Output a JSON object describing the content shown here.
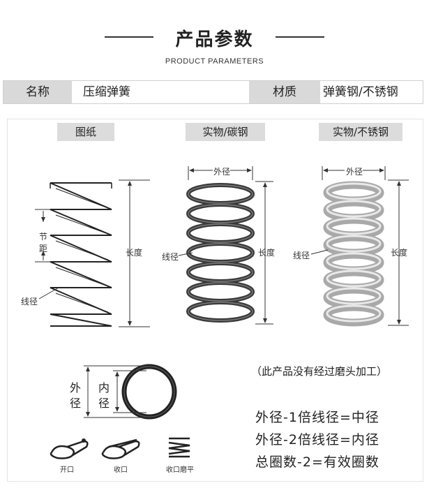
{
  "header": {
    "title": "产品参数",
    "subtitle": "PRODUCT PARAMETERS"
  },
  "specs": {
    "name_label": "名称",
    "name_value": "压缩弹簧",
    "material_label": "材质",
    "material_value": "弹簧钢/不锈钢"
  },
  "columns": {
    "drawing": "图纸",
    "carbon": "实物/碳钢",
    "stainless": "实物/不锈钢"
  },
  "drawing_labels": {
    "pitch_1": "节",
    "pitch_2": "距",
    "wire": "线径",
    "length": "长度"
  },
  "carbon_labels": {
    "outer": "外径",
    "wire": "线径",
    "length": "长度"
  },
  "stainless_labels": {
    "outer": "外径",
    "wire": "线径",
    "length": "长度"
  },
  "ring_labels": {
    "outer_1": "外",
    "outer_2": "径",
    "inner_1": "内",
    "inner_2": "径"
  },
  "end_types": {
    "open": "开口",
    "closed": "收口",
    "closed_ground": "收口磨平"
  },
  "note": "（此产品没有经过磨头加工）",
  "formulas": {
    "line1": "外径-1倍线径=中径",
    "line2": "外径-2倍线径=内径",
    "line3": "总圈数-2=有效圈数"
  },
  "colors": {
    "header_bg": "#d9d9d9",
    "carbon_spring": "#3a3a3a",
    "stainless_spring": "#b8b8b8"
  }
}
